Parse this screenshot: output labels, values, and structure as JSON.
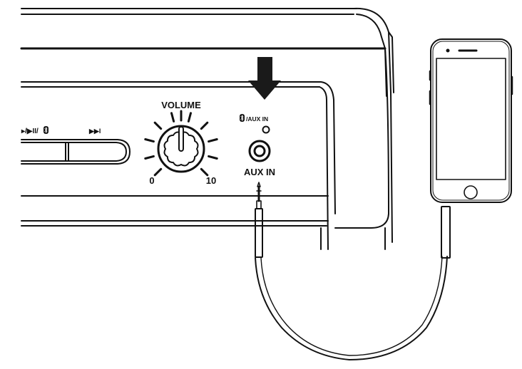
{
  "labels": {
    "volume": "VOLUME",
    "min": "0",
    "max": "10",
    "aux_in": "AUX IN",
    "led_label": "/AUX IN",
    "play_controls": "▸/▶II/",
    "next": "▶▶I"
  },
  "icons": {
    "bluetooth": "bluetooth-icon",
    "arrow": "down-arrow-icon"
  },
  "colors": {
    "line": "#111111",
    "arrow": "#1a1a1a",
    "background": "#ffffff"
  }
}
